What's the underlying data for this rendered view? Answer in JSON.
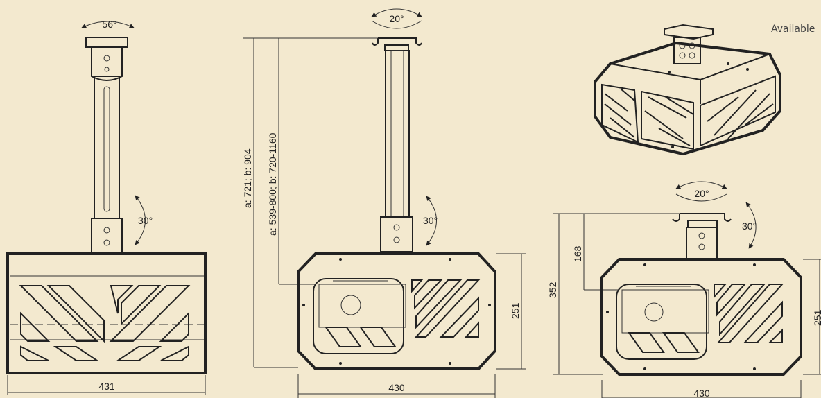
{
  "header": {
    "available_text": "Available"
  },
  "colors": {
    "background": "#f3e9cf",
    "line": "#222222"
  },
  "views": [
    {
      "id": "side",
      "angle_top": "56°",
      "angle_joint": "30°",
      "width": "431"
    },
    {
      "id": "front",
      "angle_top": "20°",
      "angle_joint": "30°",
      "height_a": "a: 721; b: 904",
      "height_b": "a: 539-800; b: 720-1160",
      "box_height": "251",
      "width": "430"
    },
    {
      "id": "short",
      "angle_top": "20°",
      "angle_joint": "30°",
      "total_height": "352",
      "stem_height": "168",
      "box_height": "251",
      "width": "430"
    }
  ]
}
